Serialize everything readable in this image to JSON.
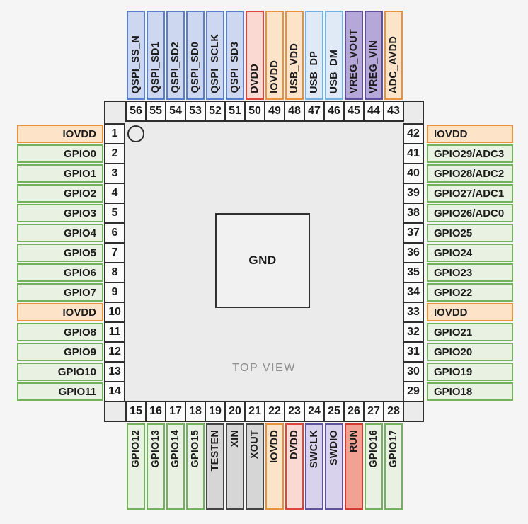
{
  "diagram": {
    "center_pad_label": "GND",
    "view_label": "TOP VIEW",
    "colors": {
      "gpio": {
        "fill": "#e9f1e2",
        "border": "#72b25d"
      },
      "iovdd": {
        "fill": "#fde4c9",
        "border": "#e8923d"
      },
      "dvdd": {
        "fill": "#f9d9d1",
        "border": "#e0453c"
      },
      "qspi": {
        "fill": "#cdd7ef",
        "border": "#5b7fc7"
      },
      "usb": {
        "fill": "#dfeaf6",
        "border": "#76b0e0"
      },
      "usb_vdd": {
        "fill": "#fde4c9",
        "border": "#e8923d"
      },
      "vreg": {
        "fill": "#b5a8d8",
        "border": "#5f519c"
      },
      "adc_avdd": {
        "fill": "#fde4c9",
        "border": "#e8923d"
      },
      "swd": {
        "fill": "#d9d2ed",
        "border": "#5f519c"
      },
      "xtal_test": {
        "fill": "#d6d6d6",
        "border": "#444444"
      },
      "run": {
        "fill": "#f2a293",
        "border": "#d03a30"
      }
    },
    "sides": {
      "top": [
        {
          "num": 56,
          "label": "QSPI_SS_N",
          "type": "qspi"
        },
        {
          "num": 55,
          "label": "QSPI_SD1",
          "type": "qspi"
        },
        {
          "num": 54,
          "label": "QSPI_SD2",
          "type": "qspi"
        },
        {
          "num": 53,
          "label": "QSPI_SD0",
          "type": "qspi"
        },
        {
          "num": 52,
          "label": "QSPI_SCLK",
          "type": "qspi"
        },
        {
          "num": 51,
          "label": "QSPI_SD3",
          "type": "qspi"
        },
        {
          "num": 50,
          "label": "DVDD",
          "type": "dvdd"
        },
        {
          "num": 49,
          "label": "IOVDD",
          "type": "iovdd"
        },
        {
          "num": 48,
          "label": "USB_VDD",
          "type": "usb_vdd"
        },
        {
          "num": 47,
          "label": "USB_DP",
          "type": "usb"
        },
        {
          "num": 46,
          "label": "USB_DM",
          "type": "usb"
        },
        {
          "num": 45,
          "label": "VREG_VOUT",
          "type": "vreg"
        },
        {
          "num": 44,
          "label": "VREG_VIN",
          "type": "vreg"
        },
        {
          "num": 43,
          "label": "ADC_AVDD",
          "type": "adc_avdd"
        }
      ],
      "left": [
        {
          "num": 1,
          "label": "IOVDD",
          "type": "iovdd"
        },
        {
          "num": 2,
          "label": "GPIO0",
          "type": "gpio"
        },
        {
          "num": 3,
          "label": "GPIO1",
          "type": "gpio"
        },
        {
          "num": 4,
          "label": "GPIO2",
          "type": "gpio"
        },
        {
          "num": 5,
          "label": "GPIO3",
          "type": "gpio"
        },
        {
          "num": 6,
          "label": "GPIO4",
          "type": "gpio"
        },
        {
          "num": 7,
          "label": "GPIO5",
          "type": "gpio"
        },
        {
          "num": 8,
          "label": "GPIO6",
          "type": "gpio"
        },
        {
          "num": 9,
          "label": "GPIO7",
          "type": "gpio"
        },
        {
          "num": 10,
          "label": "IOVDD",
          "type": "iovdd"
        },
        {
          "num": 11,
          "label": "GPIO8",
          "type": "gpio"
        },
        {
          "num": 12,
          "label": "GPIO9",
          "type": "gpio"
        },
        {
          "num": 13,
          "label": "GPIO10",
          "type": "gpio"
        },
        {
          "num": 14,
          "label": "GPIO11",
          "type": "gpio"
        }
      ],
      "right": [
        {
          "num": 42,
          "label": "IOVDD",
          "type": "iovdd"
        },
        {
          "num": 41,
          "label": "GPIO29/ADC3",
          "type": "gpio"
        },
        {
          "num": 40,
          "label": "GPIO28/ADC2",
          "type": "gpio"
        },
        {
          "num": 39,
          "label": "GPIO27/ADC1",
          "type": "gpio"
        },
        {
          "num": 38,
          "label": "GPIO26/ADC0",
          "type": "gpio"
        },
        {
          "num": 37,
          "label": "GPIO25",
          "type": "gpio"
        },
        {
          "num": 36,
          "label": "GPIO24",
          "type": "gpio"
        },
        {
          "num": 35,
          "label": "GPIO23",
          "type": "gpio"
        },
        {
          "num": 34,
          "label": "GPIO22",
          "type": "gpio"
        },
        {
          "num": 33,
          "label": "IOVDD",
          "type": "iovdd"
        },
        {
          "num": 32,
          "label": "GPIO21",
          "type": "gpio"
        },
        {
          "num": 31,
          "label": "GPIO20",
          "type": "gpio"
        },
        {
          "num": 30,
          "label": "GPIO19",
          "type": "gpio"
        },
        {
          "num": 29,
          "label": "GPIO18",
          "type": "gpio"
        }
      ],
      "bottom": [
        {
          "num": 15,
          "label": "GPIO12",
          "type": "gpio"
        },
        {
          "num": 16,
          "label": "GPIO13",
          "type": "gpio"
        },
        {
          "num": 17,
          "label": "GPIO14",
          "type": "gpio"
        },
        {
          "num": 18,
          "label": "GPIO15",
          "type": "gpio"
        },
        {
          "num": 19,
          "label": "TESTEN",
          "type": "xtal_test"
        },
        {
          "num": 20,
          "label": "XIN",
          "type": "xtal_test"
        },
        {
          "num": 21,
          "label": "XOUT",
          "type": "xtal_test"
        },
        {
          "num": 22,
          "label": "IOVDD",
          "type": "iovdd"
        },
        {
          "num": 23,
          "label": "DVDD",
          "type": "dvdd"
        },
        {
          "num": 24,
          "label": "SWCLK",
          "type": "swd"
        },
        {
          "num": 25,
          "label": "SWDIO",
          "type": "swd"
        },
        {
          "num": 26,
          "label": "RUN",
          "type": "run"
        },
        {
          "num": 27,
          "label": "GPIO16",
          "type": "gpio"
        },
        {
          "num": 28,
          "label": "GPIO17",
          "type": "gpio"
        }
      ]
    }
  }
}
